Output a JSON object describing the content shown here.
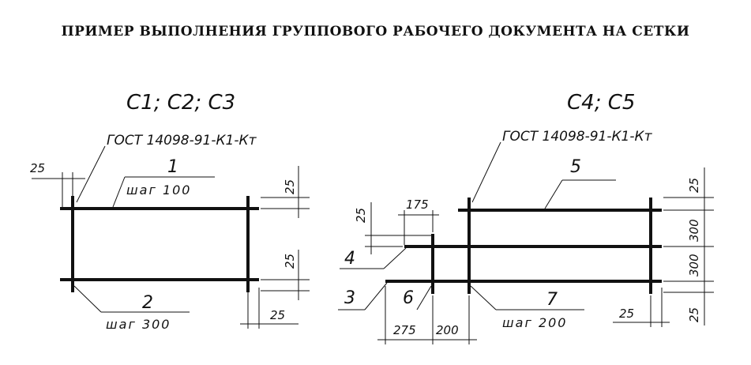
{
  "title": "ПРИМЕР ВЫПОЛНЕНИЯ ГРУППОВОГО РАБОЧЕГО ДОКУМЕНТА НА СЕТКИ",
  "left_mesh": {
    "mark": "С1; С2; С3",
    "gost": "ГОСТ 14098-91-К1-Кт",
    "pos1": "1",
    "pos1_step": "шаг 100",
    "pos2": "2",
    "pos2_step": "шаг 300",
    "dim_25_a": "25",
    "dim_25_b": "25",
    "dim_25_c": "25",
    "dim_25_d": "25"
  },
  "right_mesh": {
    "mark": "С4; С5",
    "gost": "ГОСТ 14098-91-К1-Кт",
    "pos3": "3",
    "pos4": "4",
    "pos5": "5",
    "pos6": "6",
    "pos7": "7",
    "pos7_step": "шаг 200",
    "dim_175": "175",
    "dim_25_a": "25",
    "dim_25_b": "25",
    "dim_25_c": "25",
    "dim_25_d": "25",
    "dim_300_a": "300",
    "dim_300_b": "300",
    "dim_275": "275",
    "dim_200": "200"
  }
}
